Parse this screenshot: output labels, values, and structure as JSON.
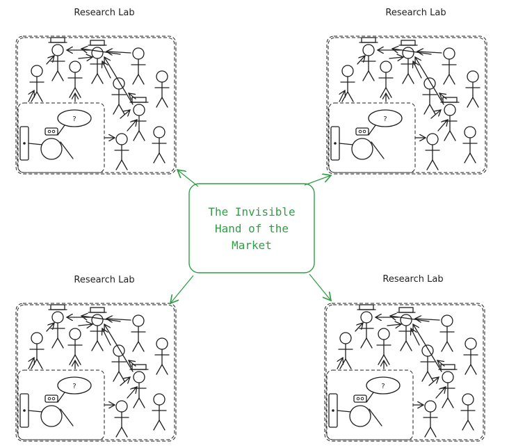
{
  "center": {
    "lines": [
      "The Invisible",
      "Hand of the",
      "Market"
    ],
    "color": "#2f9e44"
  },
  "labs": [
    {
      "title": "Research Lab",
      "question": "?"
    },
    {
      "title": "Research Lab",
      "question": "?"
    },
    {
      "title": "Research Lab",
      "question": "?"
    },
    {
      "title": "Research Lab",
      "question": "?"
    }
  ]
}
